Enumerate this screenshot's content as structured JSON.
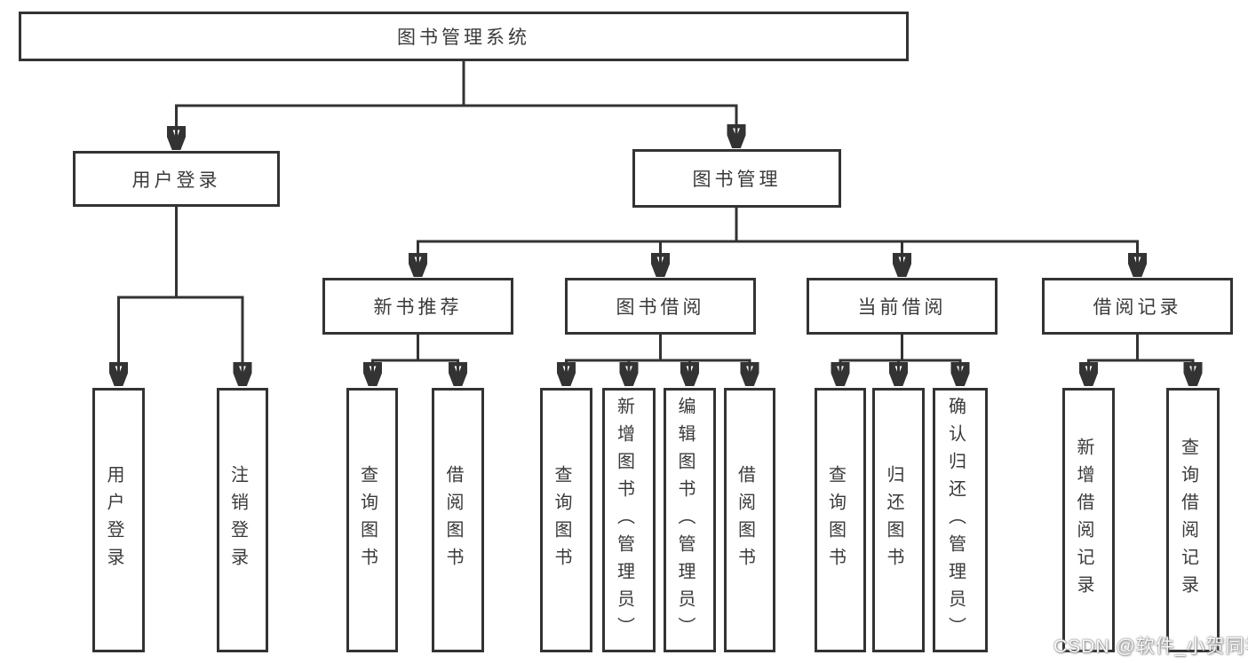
{
  "nodes": {
    "root": "图书管理系统",
    "user_login": "用户登录",
    "book_mgmt": "图书管理",
    "new_book_rec": "新书推荐",
    "book_borrow": "图书借阅",
    "current_borrow": "当前借阅",
    "borrow_records": "借阅记录",
    "leaf_user_login": "用户登录",
    "leaf_logout": "注销登录",
    "leaf_query_book_rec": "查询图书",
    "leaf_borrow_book_rec": "借阅图书",
    "leaf_query_book_borrow": "查询图书",
    "leaf_add_book": "新增图书（管理员）",
    "leaf_edit_book": "编辑图书（管理员）",
    "leaf_borrow_book_borrow": "借阅图书",
    "leaf_query_book_current": "查询图书",
    "leaf_return_book": "归还图书",
    "leaf_confirm_return": "确认归还（管理员）",
    "leaf_add_record": "新增借阅记录",
    "leaf_query_record": "查询借阅记录"
  },
  "hierarchy": {
    "图书管理系统": [
      "用户登录",
      "图书管理"
    ],
    "用户登录": [
      "用户登录",
      "注销登录"
    ],
    "图书管理": [
      "新书推荐",
      "图书借阅",
      "当前借阅",
      "借阅记录"
    ],
    "新书推荐": [
      "查询图书",
      "借阅图书"
    ],
    "图书借阅": [
      "查询图书",
      "新增图书（管理员）",
      "编辑图书（管理员）",
      "借阅图书"
    ],
    "当前借阅": [
      "查询图书",
      "归还图书",
      "确认归还（管理员）"
    ],
    "借阅记录": [
      "新增借阅记录",
      "查询借阅记录"
    ]
  },
  "watermark": "CSDN @软件_小贺同学",
  "colors": {
    "line": "#333333",
    "border": "#333333",
    "text": "#3a3a3a",
    "background": "#ffffff",
    "watermark": "#ffffff"
  }
}
